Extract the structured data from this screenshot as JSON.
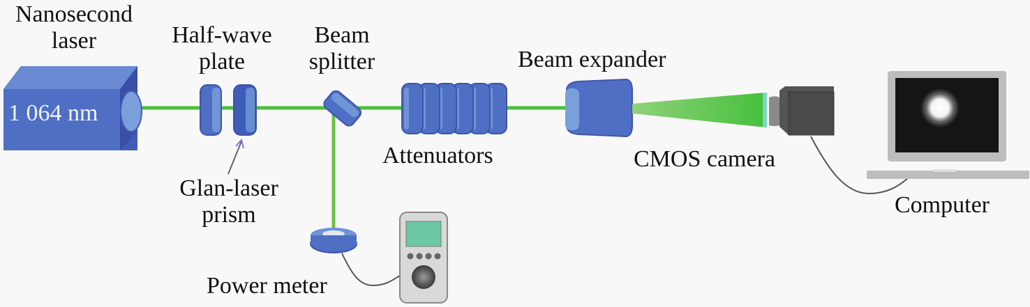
{
  "colors": {
    "background": "#f8f8f8",
    "beam": "#4bbf3a",
    "component_blue": "#4e6fc4",
    "component_dark_blue": "#3d55a8",
    "component_light_blue": "#7aa0dc",
    "camera_gray": "#4d4d4d",
    "laptop_gray": "#bdbdbd",
    "screen_black": "#151515",
    "meter_screen": "#6cc7a4"
  },
  "components": {
    "laser": {
      "label_line1": "Nanosecond",
      "label_line2": "laser",
      "wavelength": "1 064 nm"
    },
    "half_wave_plate": {
      "label_line1": "Half-wave",
      "label_line2": "plate"
    },
    "glan_prism": {
      "label_line1": "Glan-laser",
      "label_line2": "prism"
    },
    "beam_splitter": {
      "label_line1": "Beam",
      "label_line2": "splitter"
    },
    "attenuators": {
      "label": "Attenuators",
      "count": 6
    },
    "beam_expander": {
      "label": "Beam expander"
    },
    "cmos_camera": {
      "label": "CMOS camera"
    },
    "computer": {
      "label": "Computer"
    },
    "power_meter": {
      "label": "Power meter"
    }
  }
}
